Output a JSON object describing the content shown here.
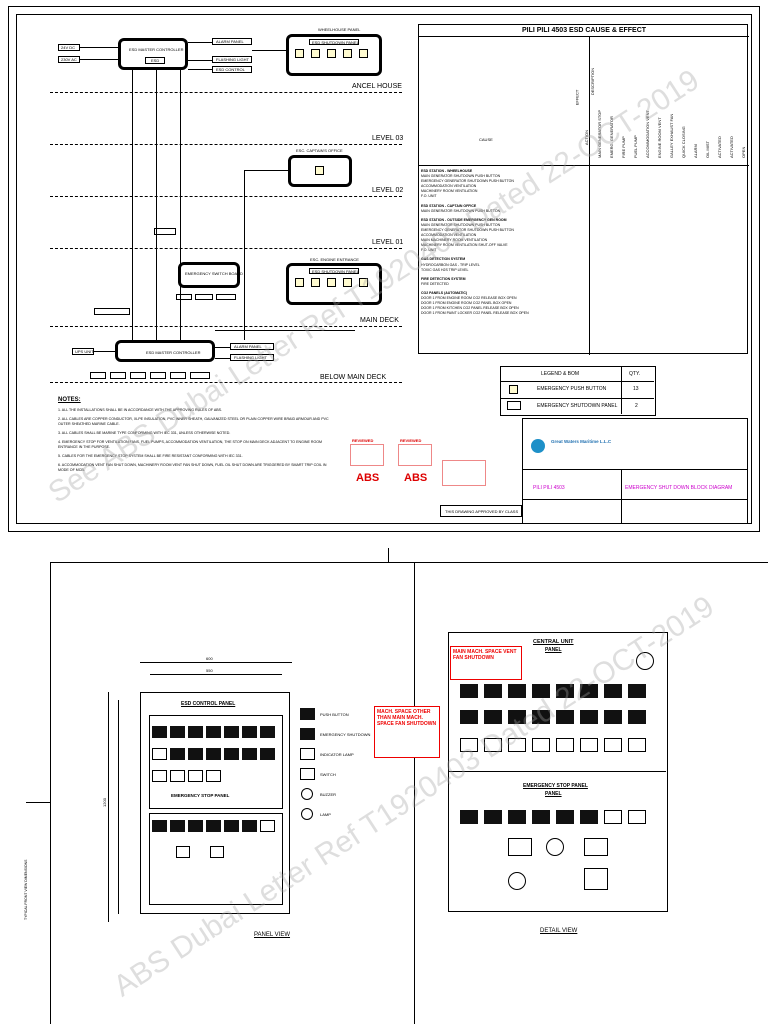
{
  "sheet1": {
    "title": "PILI PILI 4503 ESD CAUSE & EFFECT",
    "levels": [
      {
        "label": "ANCEL HOUSE"
      },
      {
        "label": "LEVEL 03"
      },
      {
        "label": "LEVEL 02"
      },
      {
        "label": "LEVEL 01"
      },
      {
        "label": "MAIN DECK"
      },
      {
        "label": "BELOW MAIN DECK"
      }
    ],
    "panels": {
      "wheelhouse": "WHEELHOUSE PANEL",
      "captain": "ESC. CAPTAIN'S OFFICE",
      "entrance": "ESC. ENGINE ENTRANCE",
      "emergency": "EMERGENCY SWITCH BOARD",
      "main_controller": "ESD MASTER CONTROLLER",
      "esd": "ESD",
      "ups": "UPS UNIT",
      "esd_panel": "ESD SHUTDOWN PANEL",
      "flashing": "FLASHING LIGHT",
      "alarm": "ALARM PANEL",
      "ups_left": "24V DC",
      "ups_left2": "230V AC",
      "controlbus": "ESD CONTROL"
    },
    "legend": {
      "title": "LEGEND & BOM",
      "qty_header": "QTY.",
      "items": [
        {
          "desc": "EMERGENCY PUSH BUTTON",
          "qty": "13"
        },
        {
          "desc": "EMERGENCY SHUTDOWN PANEL",
          "qty": "2"
        }
      ]
    },
    "notes_title": "NOTES:",
    "notes": [
      "1. ALL THE INSTALLATIONS SHALL BE IN ACCORDANCE WITH THE APPROVING RULES OF ABS.",
      "2. ALL CABLES ARE COPPER CONDUCTOR, XLPE INSULATION, PVC INNER SHEATH, GALVANIZED STEEL OR PLAIN COPPER WIRE BRAID ARMOUR AND PVC OUTER SHEATHED MARINE CABLE.",
      "3. ALL CABLES SHALL BE MARINE TYPE CONFORMING WITH IEC 331, UNLESS OTHERWISE NOTED.",
      "4. EMERGENCY STOP FOR VENTILATION FANS, FUEL PUMPS, ACCOMMODATION VENTILATION, THE STOP ON MAIN DECK ADJACENT TO ENGINE ROOM ENTRANCE IN THE PURPOSE.",
      "5. CABLES FOR THE EMERGENCY STOP SYSTEM SHALL BE FIRE RESISTANT CONFORMING WITH IEC 331.",
      "6. ACCOMMODATION VENT FAN SHUT DOWN, MACHINERY ROOM VENT FAN SHUT DOWN, FUEL OIL SHUT DOWN ARE TRIGGERED BY SMART TRIP COIL IN MODE OF MCB."
    ],
    "stamp_label": "REVIEWED",
    "abs": "ABS",
    "company": "Great Waters Maritime L.L.C",
    "drawing_title": "EMERGENCY SHUT DOWN BLOCK DIAGRAM",
    "project": "PILI PILI 4503",
    "bottom_note": "THIS DRAWING APPROVED BY CLASS",
    "table_header_cause": "CAUSE",
    "table_header_action": "ACTION",
    "table_header_desc": "DESCRIPTION",
    "table_header_effect": "EFFECT",
    "effect_cols": [
      "MAIN GENERATOR STOP",
      "EMERG. GENERATOR",
      "FIRE PUMP",
      "FUEL PUMP",
      "ACCOMMODATION VENT",
      "ENGINE ROOM VENT",
      "GALLEY EXHAUST FAN",
      "QUICK CLOSING",
      "ALARM",
      "OIL MIST",
      "ACTIVATED",
      "ACTIVATED",
      "OPEN"
    ],
    "sections": [
      {
        "head": "ESD STATION - WHEELHOUSE",
        "rows": [
          "MAIN GENERATOR SHUTDOWN PUSH BUTTON",
          "EMERGENCY GENERATOR SHUTDOWN PUSH BUTTON",
          "ACCOMMODATION VENTILATION",
          "MACHINERY ROOM VENTILATION",
          "F.O. UNIT"
        ]
      },
      {
        "head": "ESD STATION - CAPTAIN OFFICE",
        "rows": [
          "MAIN GENERATOR SHUTDOWN PUSH BUTTON"
        ]
      },
      {
        "head": "ESD STATION - OUTSIDE EMERGENCY GEN ROOM",
        "rows": [
          "MAIN GENERATOR SHUTDOWN PUSH BUTTON",
          "EMERGENCY GENERATOR SHUTDOWN PUSH BUTTON",
          "ACCOMMODATION VENTILATION",
          "MAIN MACHINERY ROOM VENTILATION",
          "MACHINERY ROOM VENTILATION SHUT-OFF VALVE",
          "F.O. UNIT"
        ]
      },
      {
        "head": "GAS DETECTION SYSTEM",
        "rows": [
          "HYDROCARBON GAS - TRIP LEVEL",
          "TOXIC GAS H2S TRIP LEVEL"
        ]
      },
      {
        "head": "FIRE DETECTION SYSTEM",
        "rows": [
          "FIRE DETECTED"
        ]
      },
      {
        "head": "CO2 PANELS (AUTOMATIC)",
        "rows": [
          "DOOR 1 FROM ENGINE ROOM CO2 RELEASE BOX OPEN",
          "DOOR 1 FROM ENGINE ROOM CO2 PANEL BOX OPEN",
          "DOOR 1 FROM KITCHEN CO2 PANEL RELEASE BOX OPEN",
          "DOOR 1 FROM PAINT LOCKER CO2 PANEL RELEASE BOX OPEN"
        ]
      }
    ]
  },
  "sheet2": {
    "panel_title": "ESD CONTROL PANEL",
    "center_title": "CENTRAL UNIT",
    "center_sub": "PANEL",
    "note_red1": "MAIN MACH. SPACE VENT FAN SHUTDOWN",
    "note_red2": "MACH. SPACE OTHER THAN MAIN MACH. SPACE FAN SHUTDOWN",
    "emergency_title": "EMERGENCY STOP PANEL",
    "emergency_sub": "PANEL",
    "panel_view": "PANEL VIEW",
    "detail_view": "DETAIL VIEW",
    "legend_items": [
      "PUSH BUTTON",
      "EMERGENCY SHUTDOWN",
      "INDICATOR LAMP",
      "SWITCH",
      "BUZZER",
      "LAMP"
    ],
    "side_note": "TYPICAL FRONT VIEW DIMENSIONS",
    "dim_top1": "600",
    "dim_top2": "550",
    "dim_side": "1200"
  },
  "watermark": [
    "See ABS Dubai Letter Ref T1920403 Dated 22-OCT-2019",
    "ABS Dubai Letter Ref T1920403 Dated 22-OCT-2019"
  ]
}
